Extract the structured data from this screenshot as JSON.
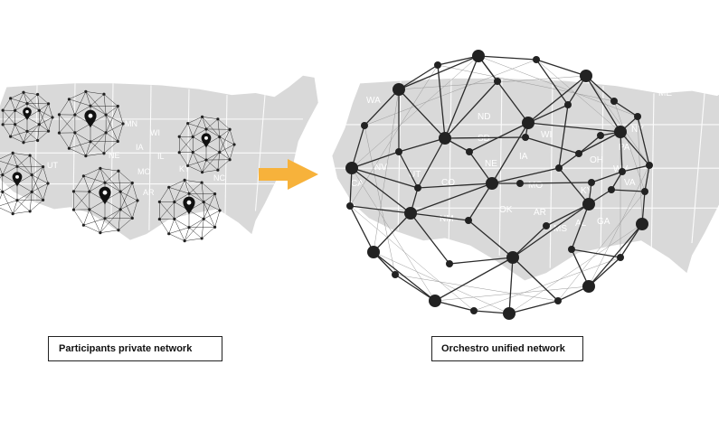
{
  "colors": {
    "map_fill": "#d9d9d9",
    "state_label": "#ffffff",
    "network_line": "#2b2b2b",
    "network_node": "#222222",
    "arrow": "#f7b23b"
  },
  "left_panel": {
    "caption": "Participants private network",
    "cluster_count": 6,
    "state_labels": [
      "MN",
      "WI",
      "IA",
      "IL",
      "NE",
      "MO",
      "KY",
      "NC",
      "AR",
      "UT"
    ]
  },
  "right_panel": {
    "caption": "Orchestro unified network",
    "state_labels": [
      "WA",
      "ND",
      "SD",
      "NE",
      "CO",
      "NM",
      "OK",
      "AR",
      "MO",
      "IA",
      "WI",
      "OH",
      "WV",
      "VA",
      "PA",
      "NY",
      "NV",
      "CA",
      "UT",
      "KY",
      "GA",
      "AL",
      "MS",
      "ME"
    ]
  },
  "icons": [
    "map-pin-icon",
    "arrow-right-icon"
  ]
}
